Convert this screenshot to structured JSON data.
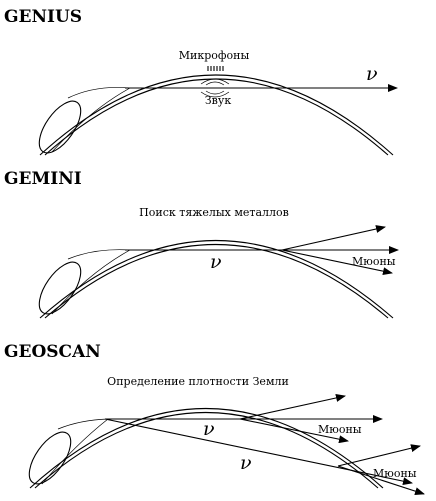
{
  "panels": [
    {
      "title": "GENIUS",
      "labels": {
        "top": "Микрофоны",
        "sound": "Звук",
        "nu": "ν"
      }
    },
    {
      "title": "GEMINI",
      "labels": {
        "top": "Поиск тяжелых металлов",
        "nu": "ν",
        "muons": "Мюоны"
      }
    },
    {
      "title": "GEOSCAN",
      "labels": {
        "top": "Определение плотности Земли",
        "nu1": "ν",
        "nu2": "ν",
        "muons1": "Мюоны",
        "muons2": "Мюоны"
      }
    }
  ]
}
